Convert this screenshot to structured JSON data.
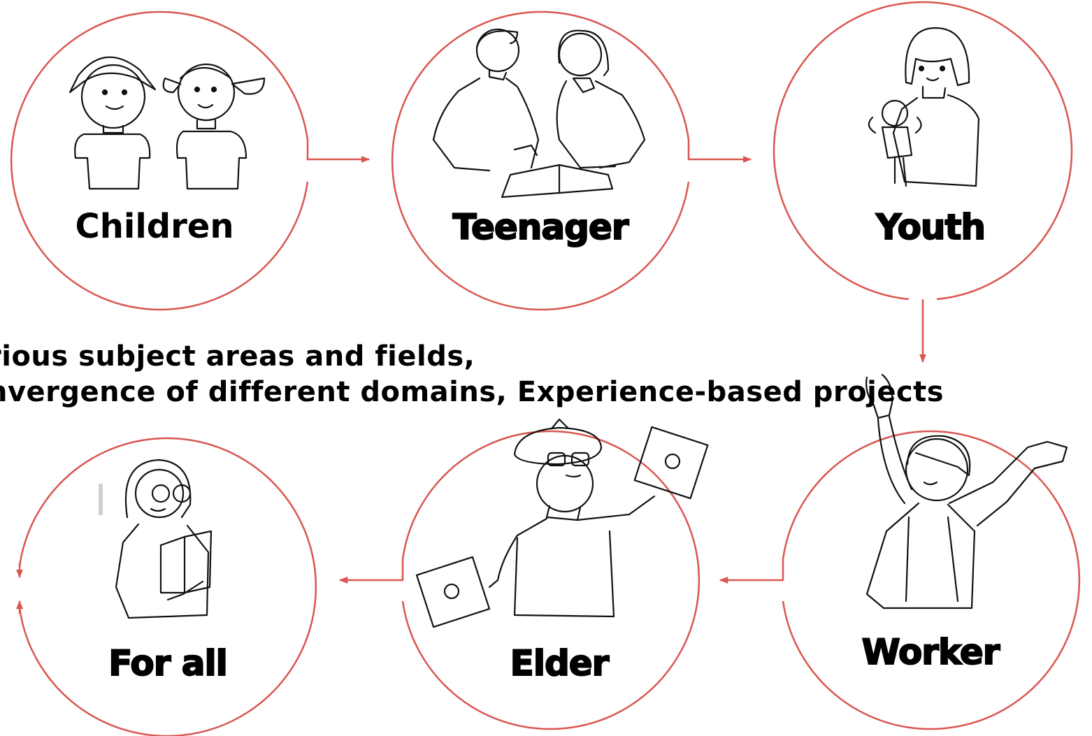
{
  "colors": {
    "ring": "#d9564f",
    "arrow": "#d9564f",
    "ink": "#111111"
  },
  "stages": [
    {
      "label": "Children",
      "figure": "two-children-illustration"
    },
    {
      "label": "Teenager",
      "figure": "two-students-reading-illustration"
    },
    {
      "label": "Youth",
      "figure": "girl-holding-robot-illustration"
    },
    {
      "label": "Worker",
      "figure": "man-waving-arms-illustration"
    },
    {
      "label": "Elder",
      "figure": "old-man-with-flower-cards-illustration"
    },
    {
      "label": "For all",
      "figure": "woman-reading-book-illustration"
    }
  ],
  "description": {
    "line1": "rious subject areas and fields,",
    "line2": "nvergence of different domains, Experience-based projects"
  }
}
